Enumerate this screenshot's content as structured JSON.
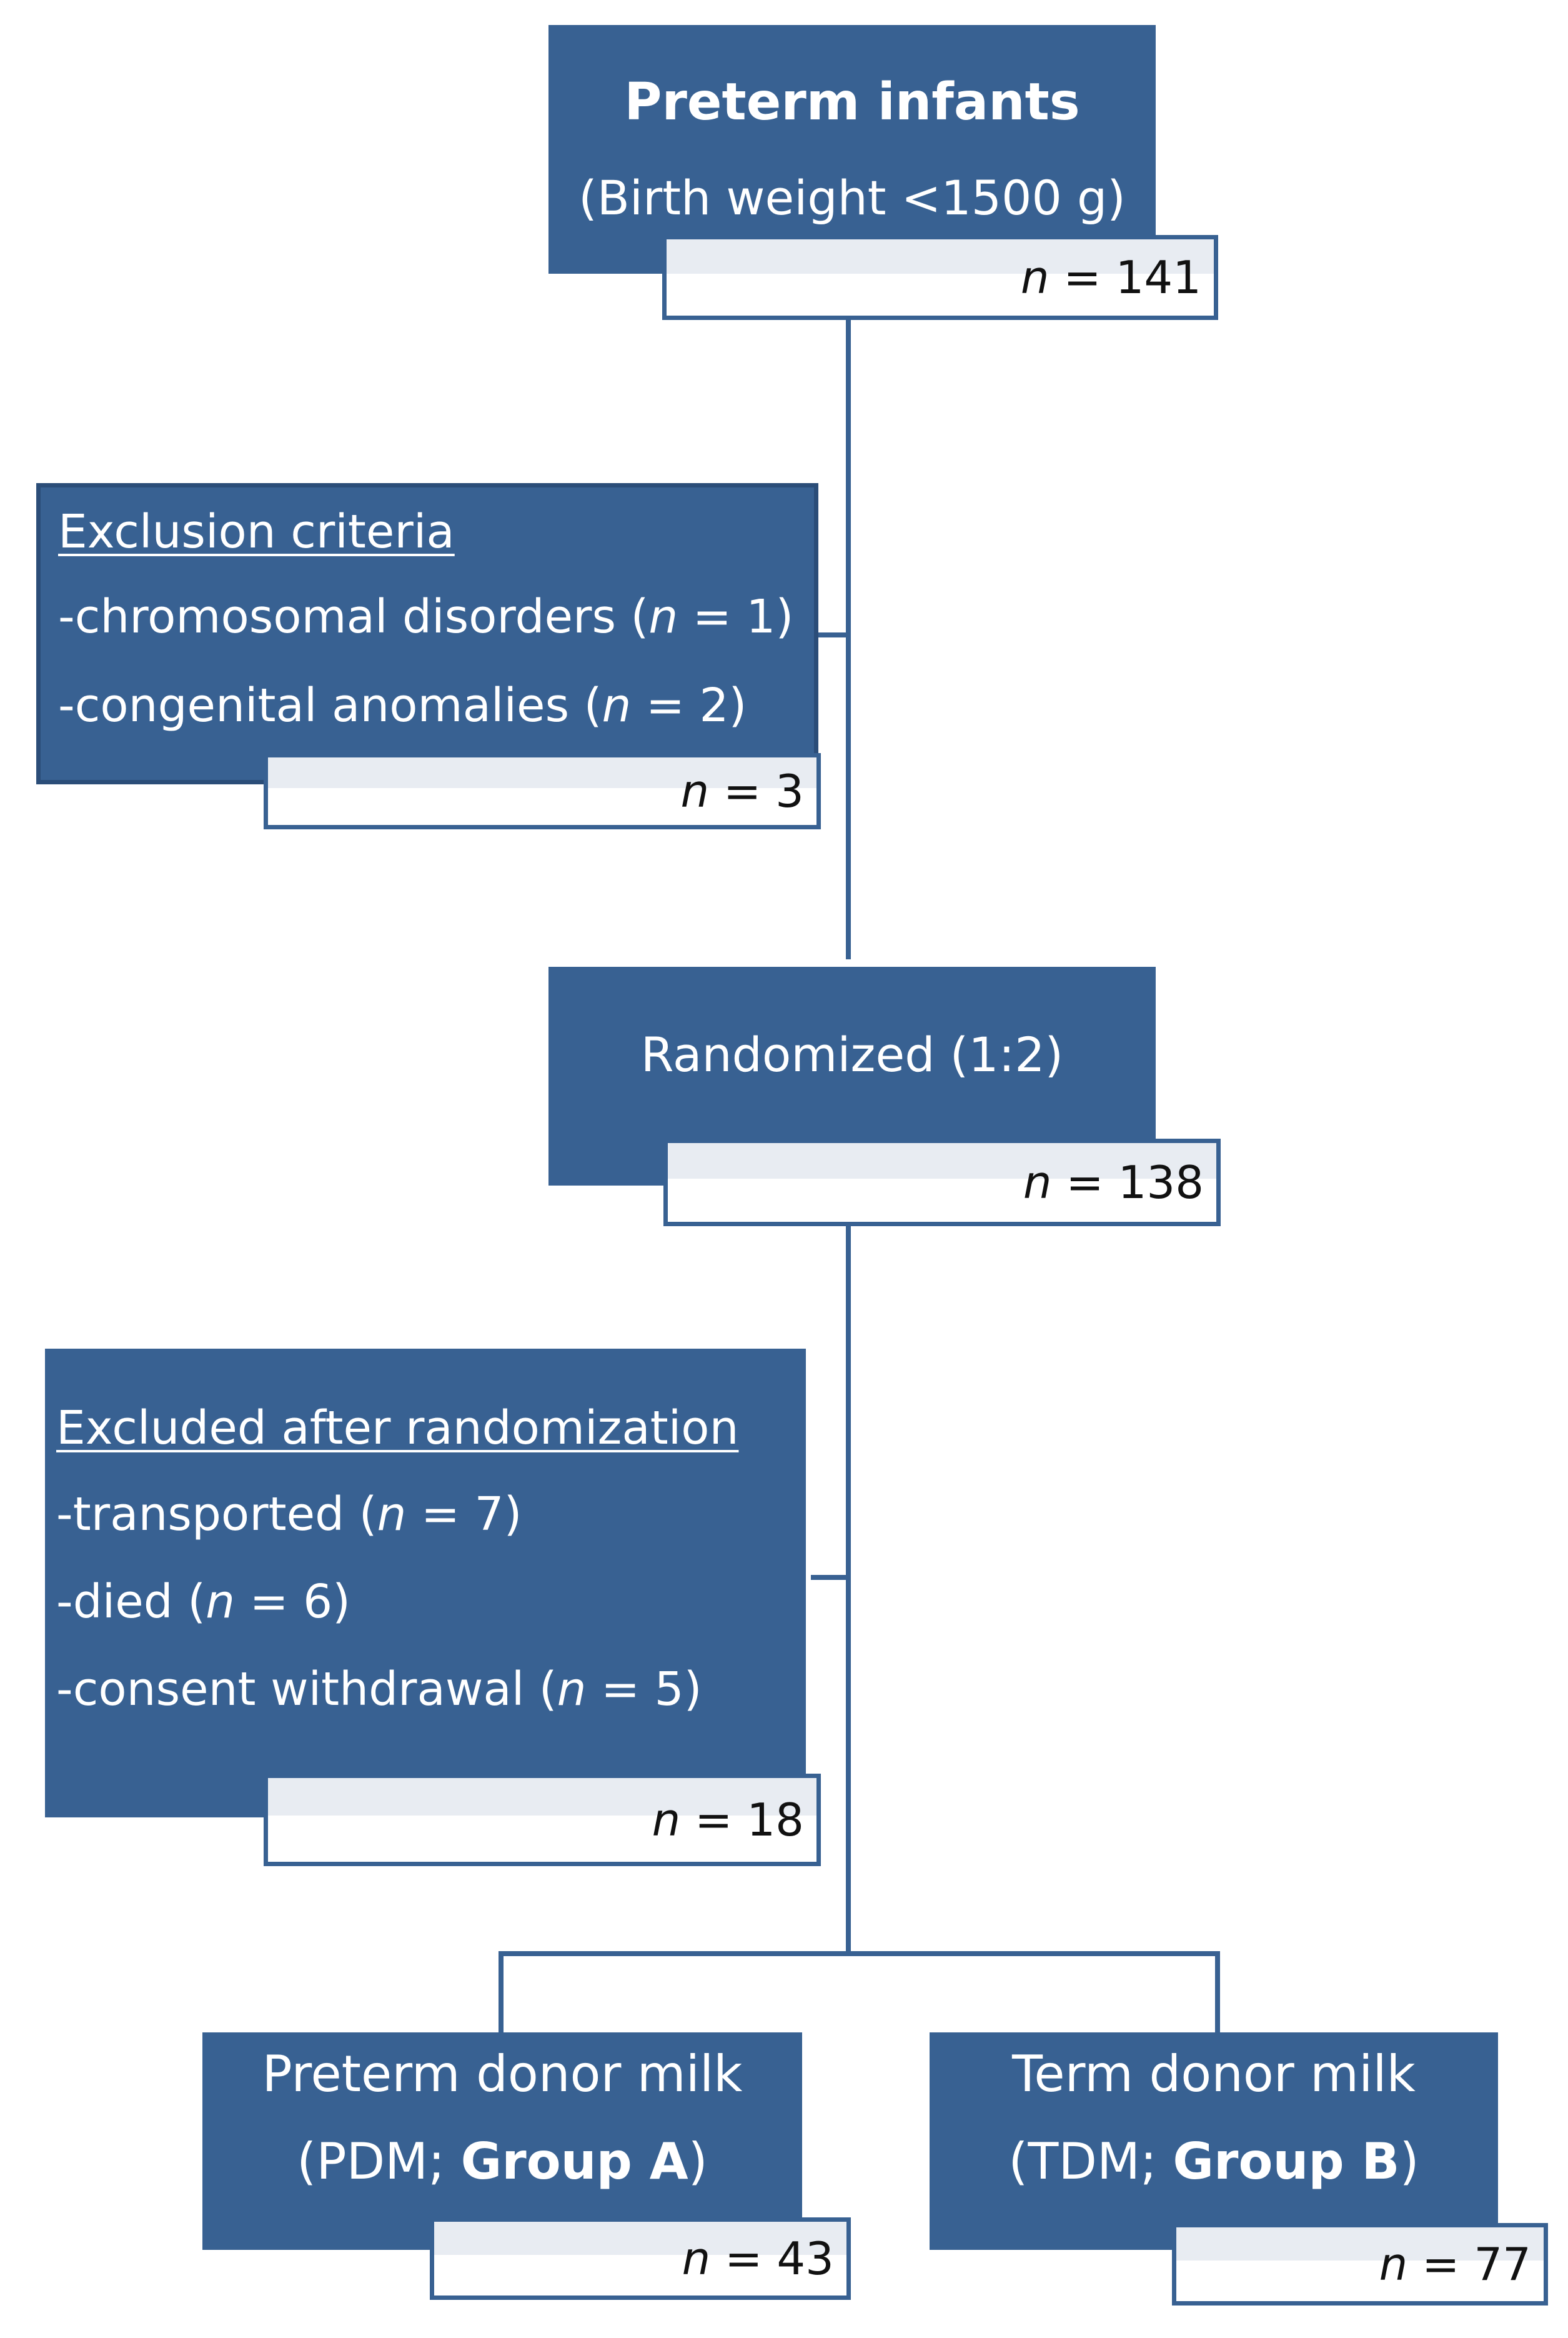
{
  "nodes": {
    "preterm": {
      "title": "Preterm infants",
      "subtitle": "(Birth weight <1500 g)",
      "n_label": "n",
      "n_value": "= 141"
    },
    "exclusion": {
      "heading": "Exclusion criteria",
      "items": [
        {
          "text": "-chromosomal disorders (",
          "n": "n",
          "rest": " = 1)"
        },
        {
          "text": "-congenital anomalies (",
          "n": "n",
          "rest": " = 2)"
        }
      ],
      "n_label": "n",
      "n_value": "= 3"
    },
    "randomized": {
      "title": "Randomized (1:2)",
      "n_label": "n",
      "n_value": "= 138"
    },
    "excluded_after": {
      "heading": "Excluded after randomization",
      "items": [
        {
          "text": "-transported (",
          "n": "n",
          "rest": " = 7)"
        },
        {
          "text": "-died (",
          "n": "n",
          "rest": " = 6)"
        },
        {
          "text": "-consent withdrawal (",
          "n": "n",
          "rest": " = 5)"
        }
      ],
      "n_label": "n",
      "n_value": "= 18"
    },
    "group_a": {
      "line1": "Preterm donor milk",
      "line2_pre": "(PDM; ",
      "line2_bold": "Group A",
      "line2_post": ")",
      "n_label": "n",
      "n_value": "= 43"
    },
    "group_b": {
      "line1": "Term donor milk",
      "line2_pre": "(TDM; ",
      "line2_bold": "Group B",
      "line2_post": ")",
      "n_label": "n",
      "n_value": "= 77"
    }
  },
  "colors": {
    "box_fill": "#386192",
    "count_shade": "#e8ecf2",
    "text_light": "#ffffff",
    "text_dark": "#111111"
  }
}
